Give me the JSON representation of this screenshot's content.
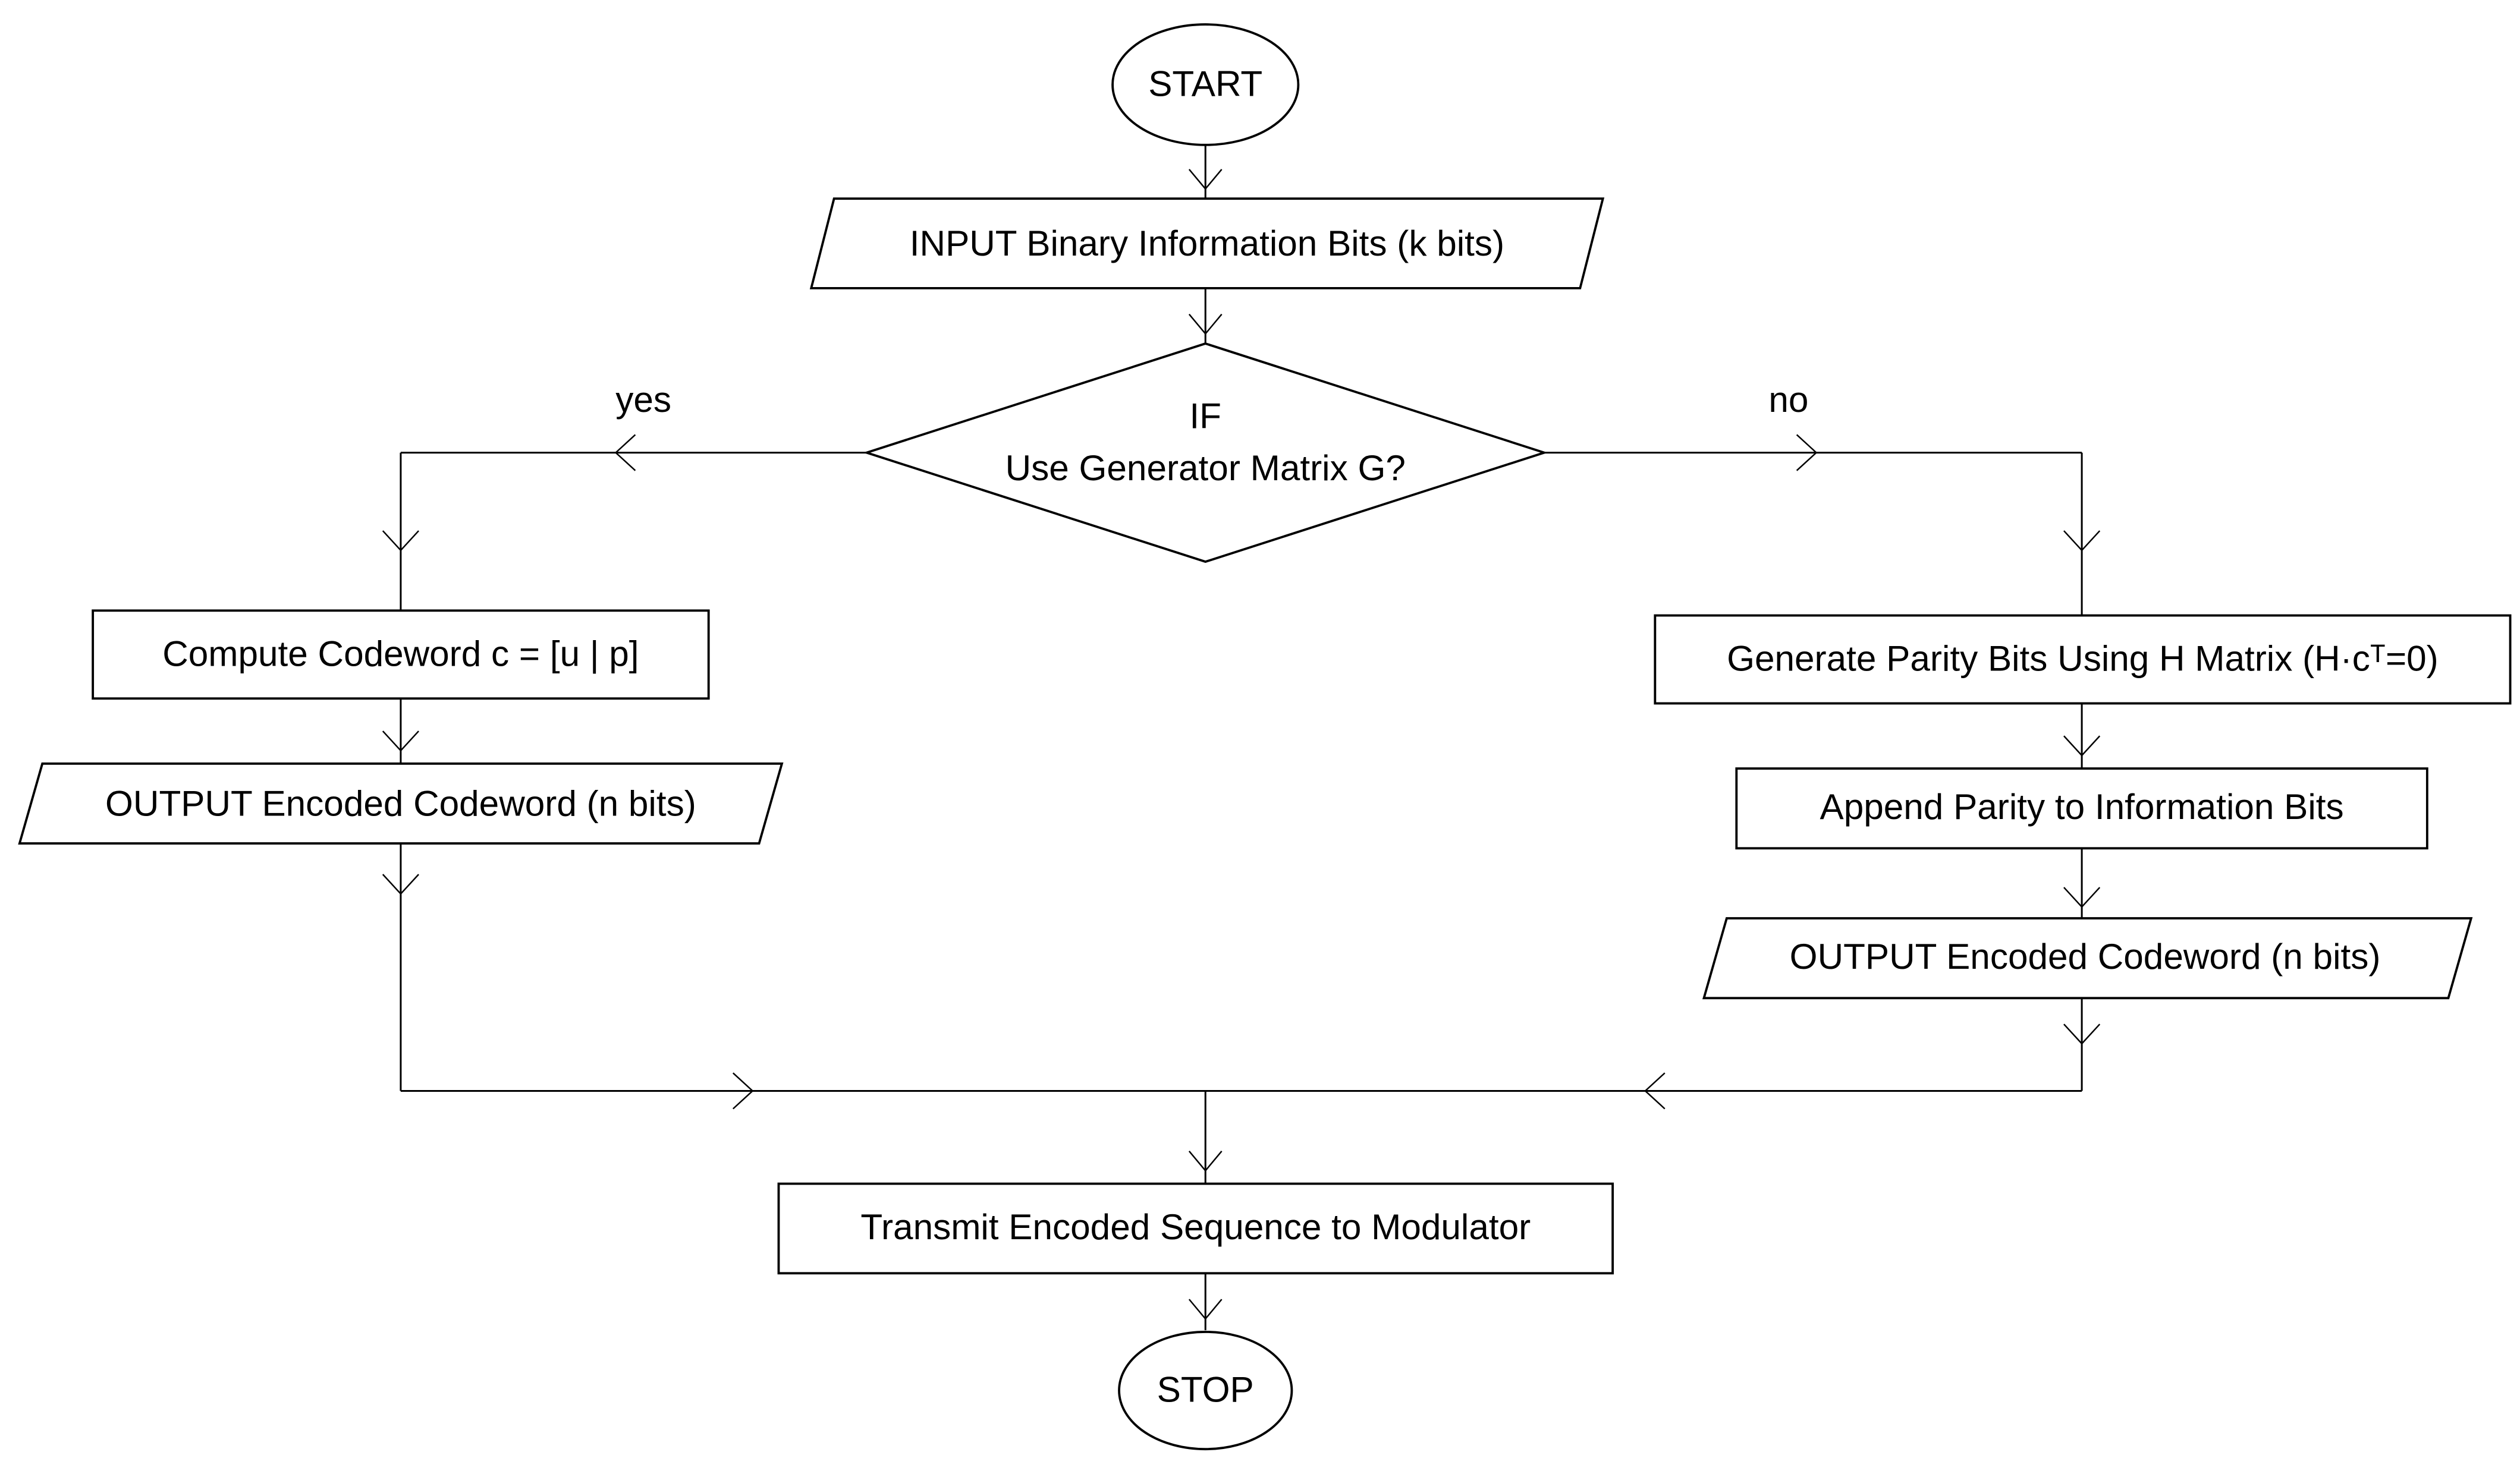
{
  "diagram": {
    "type": "flowchart",
    "style": {
      "background": "#ffffff",
      "line_color": "#000000",
      "text_color": "#000000",
      "node_fill": "#ffffff"
    },
    "nodes": {
      "start": {
        "shape": "ellipse",
        "label": "START"
      },
      "input": {
        "shape": "parallelogram",
        "label": "INPUT Binary Information Bits (k bits)"
      },
      "decision": {
        "shape": "diamond",
        "label_line1": "IF",
        "label_line2": "Use Generator Matrix G?"
      },
      "compute": {
        "shape": "rectangle",
        "label": "Compute Codeword c = [u | p]"
      },
      "output_left": {
        "shape": "parallelogram",
        "label": "OUTPUT Encoded Codeword (n bits)"
      },
      "generate": {
        "shape": "rectangle",
        "label": "Generate Parity Bits Using H Matrix (H·cᵀ=0)"
      },
      "append": {
        "shape": "rectangle",
        "label": "Append Parity to Information Bits"
      },
      "output_right": {
        "shape": "parallelogram",
        "label": "OUTPUT Encoded Codeword (n bits)"
      },
      "transmit": {
        "shape": "rectangle",
        "label": "Transmit Encoded Sequence to Modulator"
      },
      "stop": {
        "shape": "ellipse",
        "label": "STOP"
      }
    },
    "edges": [
      {
        "from": "start",
        "to": "input",
        "label": ""
      },
      {
        "from": "input",
        "to": "decision",
        "label": ""
      },
      {
        "from": "decision",
        "to": "compute",
        "label": "yes"
      },
      {
        "from": "decision",
        "to": "generate",
        "label": "no"
      },
      {
        "from": "compute",
        "to": "output_left",
        "label": ""
      },
      {
        "from": "output_left",
        "to": "transmit",
        "label": ""
      },
      {
        "from": "generate",
        "to": "append",
        "label": ""
      },
      {
        "from": "append",
        "to": "output_right",
        "label": ""
      },
      {
        "from": "output_right",
        "to": "transmit",
        "label": ""
      },
      {
        "from": "transmit",
        "to": "stop",
        "label": ""
      }
    ]
  }
}
